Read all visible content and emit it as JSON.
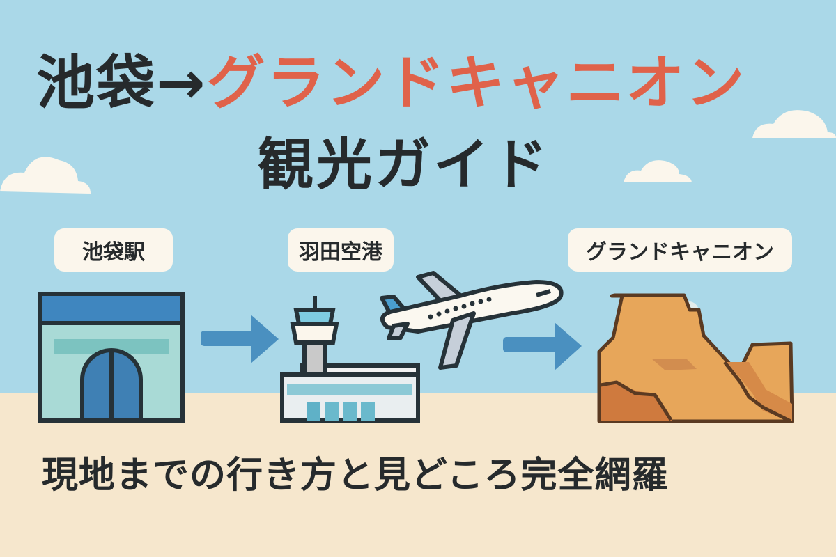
{
  "title": {
    "origin": "池袋",
    "arrow": "→",
    "destination": "グランドキャニオン",
    "subtitle": "観光ガイド"
  },
  "steps": [
    {
      "label": "池袋駅",
      "icon": "train-station-icon"
    },
    {
      "label": "羽田空港",
      "icon": "airport-icon"
    },
    {
      "label": "グランドキャニオン",
      "icon": "canyon-icon"
    }
  ],
  "tagline": "現地までの行き方と見どころ完全網羅",
  "colors": {
    "sky": "#aad8e8",
    "sand": "#f6e7cd",
    "accent": "#e0624a",
    "text": "#262a2c",
    "arrow": "#4a90c0"
  }
}
